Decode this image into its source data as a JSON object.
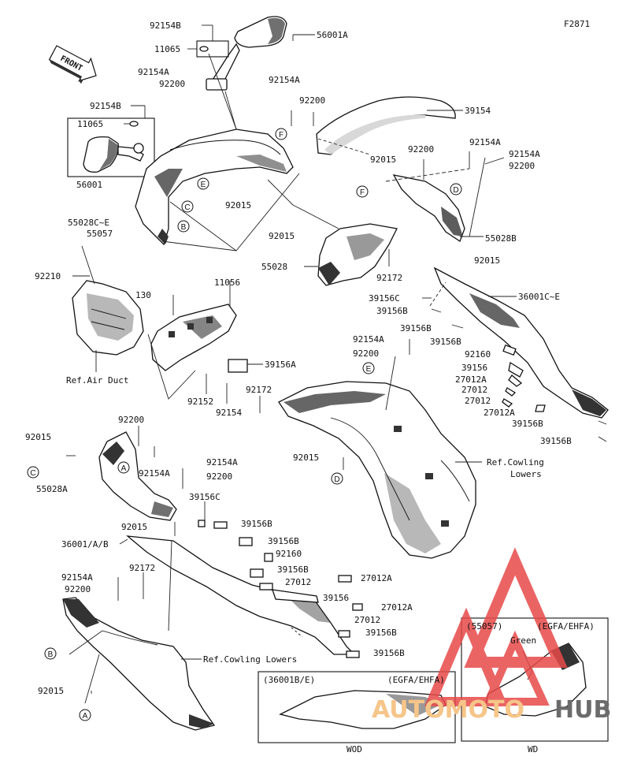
{
  "figure_code": "F2871",
  "front_label": "FRONT",
  "parts": {
    "p92154B_1": "92154B",
    "p56001A": "56001A",
    "p11065_1": "11065",
    "p92154A_1": "92154A",
    "p92200_1": "92200",
    "p92154B_2": "92154B",
    "p11065_2": "11065",
    "p56001": "56001",
    "p55028CE": "55028C~E",
    "p55057": "55057",
    "p92015_1": "92015",
    "p92154A_2": "92154A",
    "p92200_2": "92200",
    "p39154": "39154",
    "p92154A_3": "92154A",
    "p92154A_4": "92154A",
    "p92200_3": "92200",
    "p92015_2": "92015",
    "p92200_4": "92200",
    "p55028B": "55028B",
    "p92015_3": "92015",
    "p92015_4": "92015",
    "p55028": "55028",
    "p92172_1": "92172",
    "p36001CE": "36001C~E",
    "p39156C_1": "39156C",
    "p39156B_1": "39156B",
    "p39156B_2": "39156B",
    "p39156B_3": "39156B",
    "p92210": "92210",
    "p130": "130",
    "p11056": "11056",
    "p92154A_5": "92154A",
    "p92200_5": "92200",
    "p92160_1": "92160",
    "p39156_1": "39156",
    "p27012A_1": "27012A",
    "p27012_1": "27012",
    "p27012_2": "27012",
    "p27012A_2": "27012A",
    "p39156B_4": "39156B",
    "p39156B_5": "39156B",
    "p39156A": "39156A",
    "p92172_2": "92172",
    "p92152": "92152",
    "p92154": "92154",
    "p92015_5": "92015",
    "p92200_6": "92200",
    "p92015_6": "92015",
    "p92154A_6": "92154A",
    "p55028A": "55028A",
    "p92154A_7": "92154A",
    "p92200_7": "92200",
    "p39156C_2": "39156C",
    "p92015_7": "92015",
    "p39156B_6": "39156B",
    "p36001AB": "36001/A/B",
    "p39156B_7": "39156B",
    "p92160_2": "92160",
    "p39156B_8": "39156B",
    "p27012_3": "27012",
    "p27012A_3": "27012A",
    "p92154A_8": "92154A",
    "p92172_3": "92172",
    "p92200_8": "92200",
    "p39156_2": "39156",
    "p27012A_4": "27012A",
    "p27012_4": "27012",
    "p39156B_9": "39156B",
    "p39156B_10": "39156B",
    "p92015_8": "92015"
  },
  "refs": {
    "air_duct": "Ref.Air Duct",
    "cowling_lowers_1": "Ref.Cowling",
    "cowling_lowers_1b": "Lowers",
    "cowling_lowers_2": "Ref.Cowling Lowers"
  },
  "callouts": [
    "A",
    "B",
    "C",
    "D",
    "E",
    "F"
  ],
  "inset_wod": {
    "part": "(36001B/E)",
    "variant": "(EGFA/EHFA)",
    "caption": "WOD"
  },
  "inset_wd": {
    "part": "(55057)",
    "variant": "(EGFA/EHFA)",
    "color": "Green",
    "caption": "WD"
  },
  "watermark": {
    "text_a": "AUTOMOTO",
    "text_b": "HUB",
    "color_a": "#f6c589",
    "color_b": "#6b6b6b",
    "triangle_color": "#e84a4a"
  }
}
